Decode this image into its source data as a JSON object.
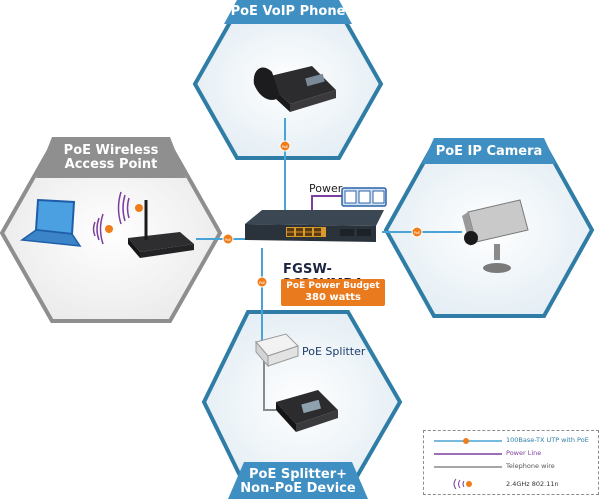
{
  "nodes": {
    "top": {
      "title": "PoE VoIP Phone"
    },
    "left": {
      "title_line1": "PoE Wireless",
      "title_line2": "Access Point"
    },
    "right": {
      "title": "PoE IP Camera"
    },
    "bottom": {
      "title_line1": "PoE Splitter+",
      "title_line2": "Non-PoE Device"
    }
  },
  "switch": {
    "model": "FGSW-2620VMP4",
    "budget_line1": "PoE Power Budget",
    "budget_line2": "380 watts",
    "power_label": "Power"
  },
  "splitter_label": "PoE Splitter",
  "poe_badge": "PoE",
  "legend": {
    "utp": "100Base-TX UTP with PoE",
    "power": "Power Line",
    "telephone": "Telephone wire",
    "wireless": "2.4GHz 802.11n"
  },
  "colors": {
    "hex_border": "#2f7da6",
    "hex_fill": "#eef4f8",
    "title_blue": "#3f8fc3",
    "title_gray": "#8f8f8f",
    "utp_line": "#4aa3d6",
    "power_line": "#7b3f9e",
    "telephone_line": "#8a8a8a",
    "poe_badge": "#ef7d1a",
    "budget_box": "#ea7a1e"
  }
}
